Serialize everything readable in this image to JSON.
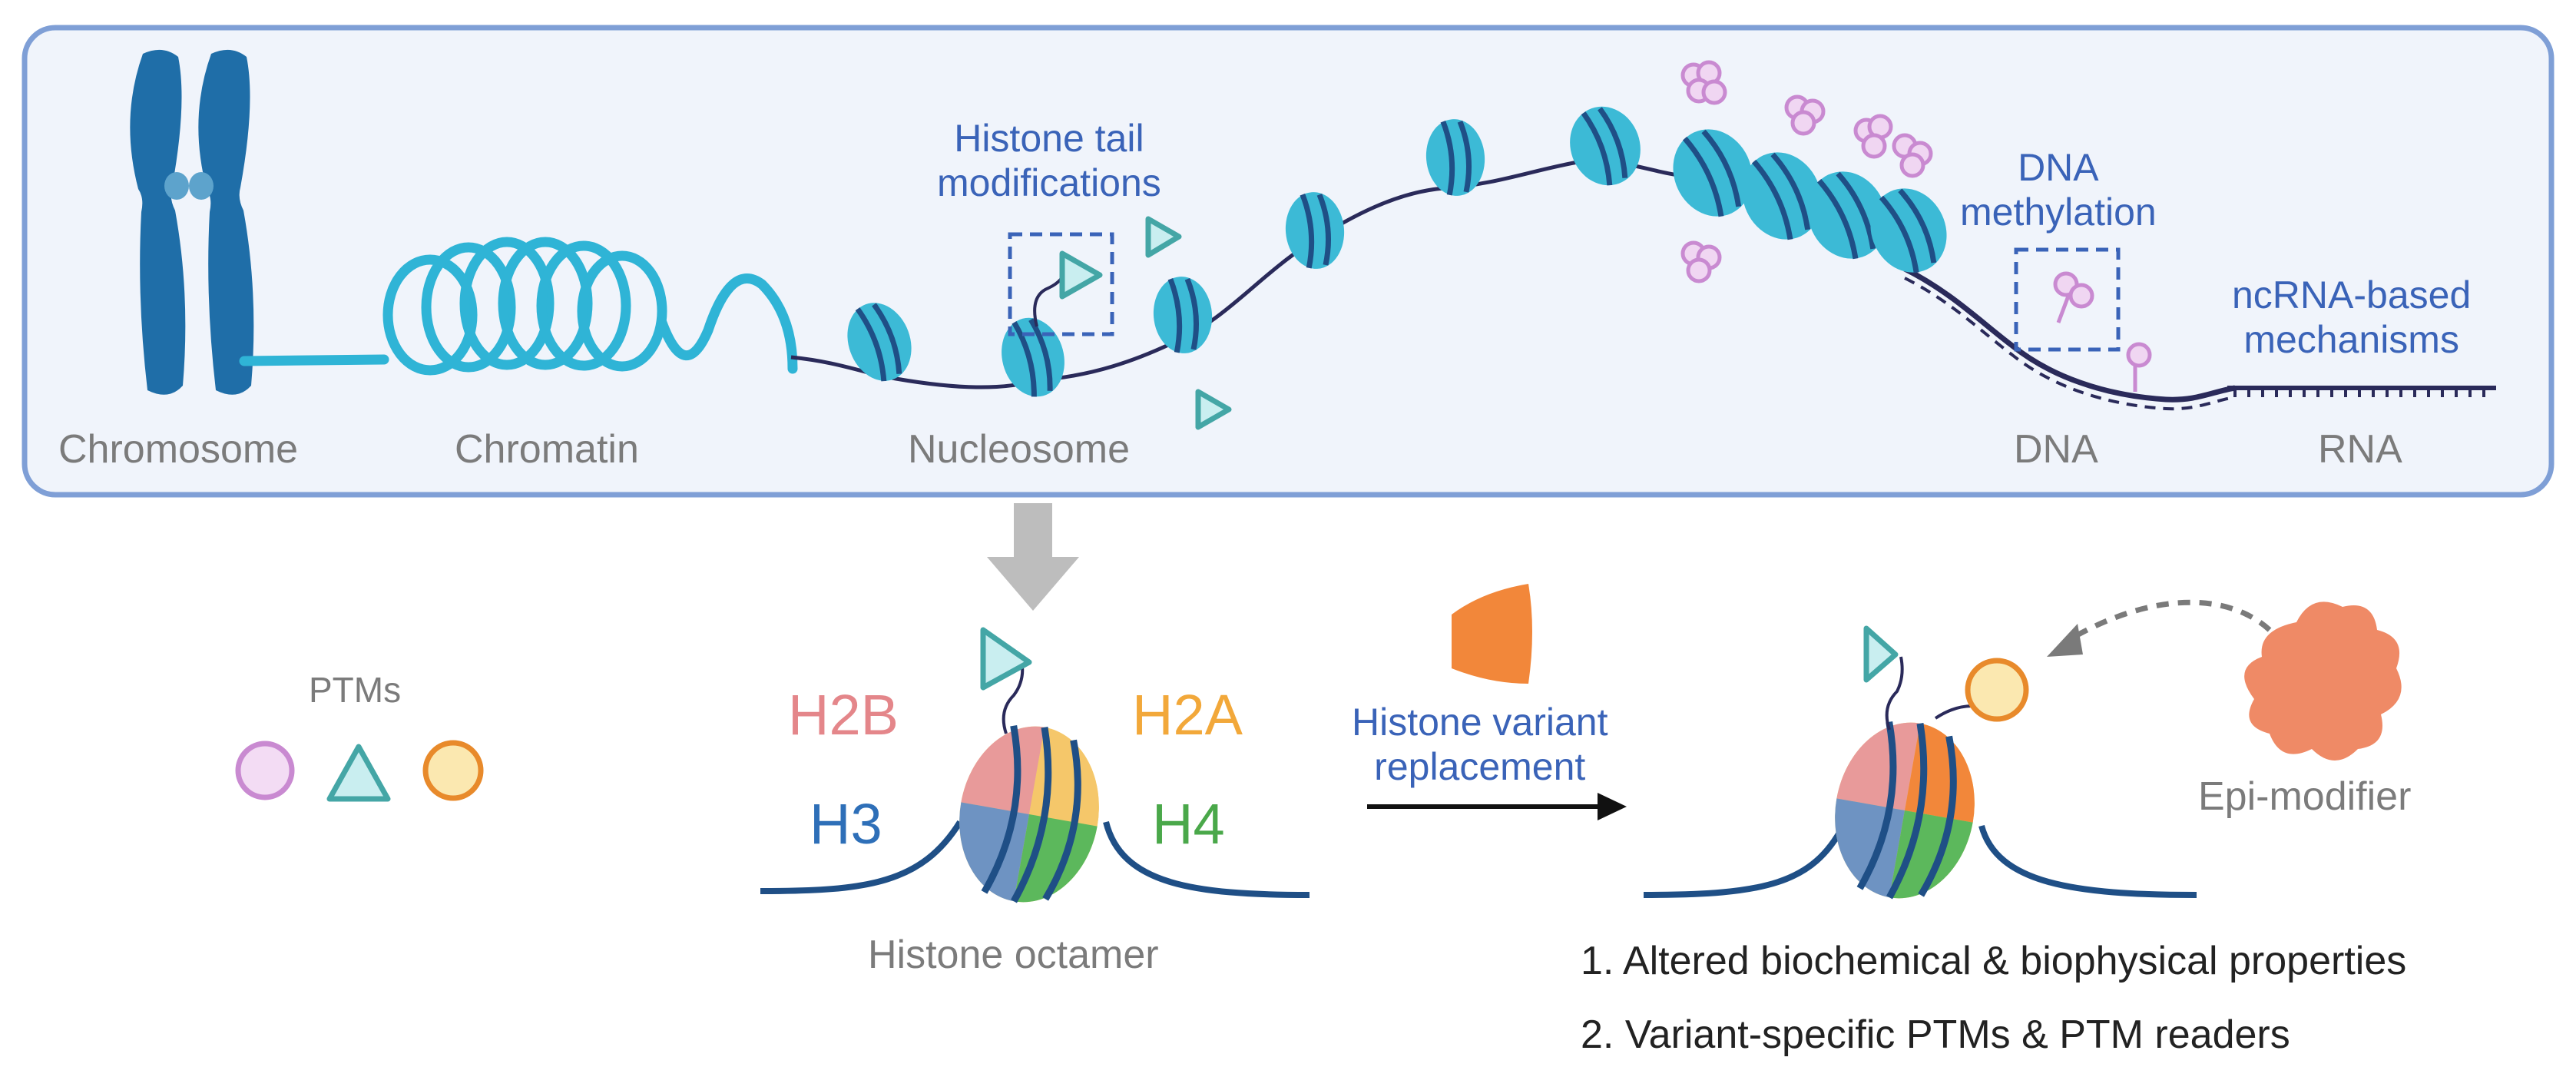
{
  "stages": {
    "chromosome": "Chromosome",
    "chromatin": "Chromatin",
    "nucleosome": "Nucleosome",
    "dna": "DNA",
    "rna": "RNA"
  },
  "annotations": {
    "histone_tail": [
      "Histone tail",
      "modifications"
    ],
    "dna_methylation": [
      "DNA",
      "methylation"
    ],
    "ncrna": [
      "ncRNA-based",
      "mechanisms"
    ]
  },
  "ptms": {
    "title": "PTMs",
    "shapes": [
      "circle",
      "triangle",
      "circle"
    ]
  },
  "histone_labels": {
    "h2b": "H2B",
    "h2a": "H2A",
    "h3": "H3",
    "h4": "H4"
  },
  "octamer_caption": "Histone octamer",
  "variant": [
    "Histone variant",
    "replacement"
  ],
  "epi_modifier": "Epi-modifier",
  "outcomes": [
    "1. Altered biochemical & biophysical properties",
    "2. Variant-specific PTMs & PTM readers"
  ],
  "colors": {
    "panel_border": "#7f9fd6",
    "panel_fill": "#f0f4fb",
    "chromosome": "#1f6ea8",
    "chromatin": "#2fb4d6",
    "nucleosome": "#3cbad6",
    "dna": "#2a2a5a",
    "ptm_pink": "#d9a7dd",
    "ptm_teal": "#44a6a6",
    "ptm_orange": "#e88a2b",
    "h2b": "#e4868a",
    "h2a": "#f2a83a",
    "h3": "#2e6fb8",
    "h4": "#4aa84a",
    "annotation_text": "#3a63b8",
    "label_gray": "#7b7b7b",
    "epi_modifier": "#ef8a66",
    "variant_piece": "#f2873a"
  }
}
